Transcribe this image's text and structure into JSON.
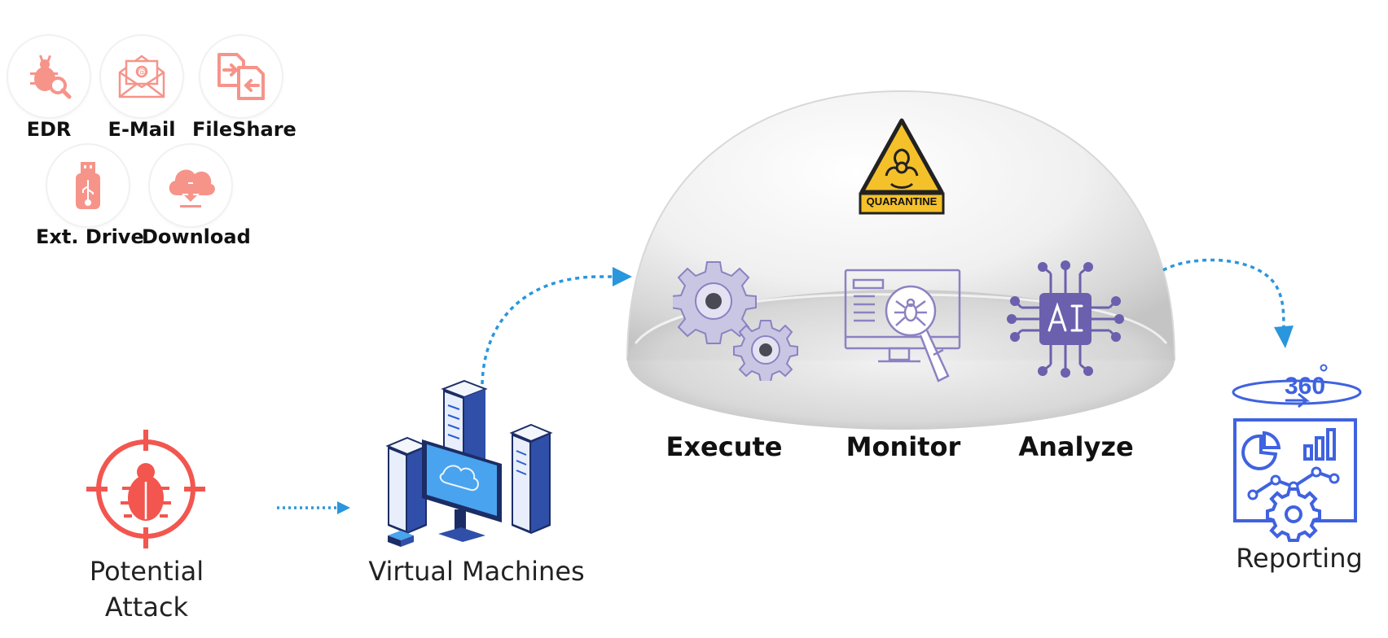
{
  "sources": [
    {
      "label": "EDR",
      "icon": "bug-search-icon"
    },
    {
      "label": "E-Mail",
      "icon": "email-envelope-icon"
    },
    {
      "label": "FileShare",
      "icon": "file-share-icon"
    },
    {
      "label": "Ext. Drive",
      "icon": "usb-drive-icon"
    },
    {
      "label": "Download",
      "icon": "cloud-download-icon"
    }
  ],
  "attack": {
    "line1": "Potential",
    "line2": "Attack",
    "icon": "target-bug-icon"
  },
  "vms": {
    "label": "Virtual Machines",
    "icon": "servers-computer-icon"
  },
  "quarantine": {
    "sign_text": "QUARANTINE",
    "icon": "biohazard-warning-icon"
  },
  "stages": [
    {
      "label": "Execute",
      "icon": "gears-icon"
    },
    {
      "label": "Monitor",
      "icon": "monitor-spider-icon"
    },
    {
      "label": "Analyze",
      "icon": "ai-chip-icon"
    }
  ],
  "reporting": {
    "label": "Reporting",
    "badge": "360",
    "icon": "report-dashboard-icon"
  },
  "colors": {
    "source_icon": "#f6948a",
    "attack": "#f2564f",
    "arrow": "#2a96dd",
    "stage_icon": "#8b82c2",
    "ai_chip": "#6a60ad",
    "reporting": "#3f62e0",
    "warning_yellow": "#f5c12a"
  }
}
